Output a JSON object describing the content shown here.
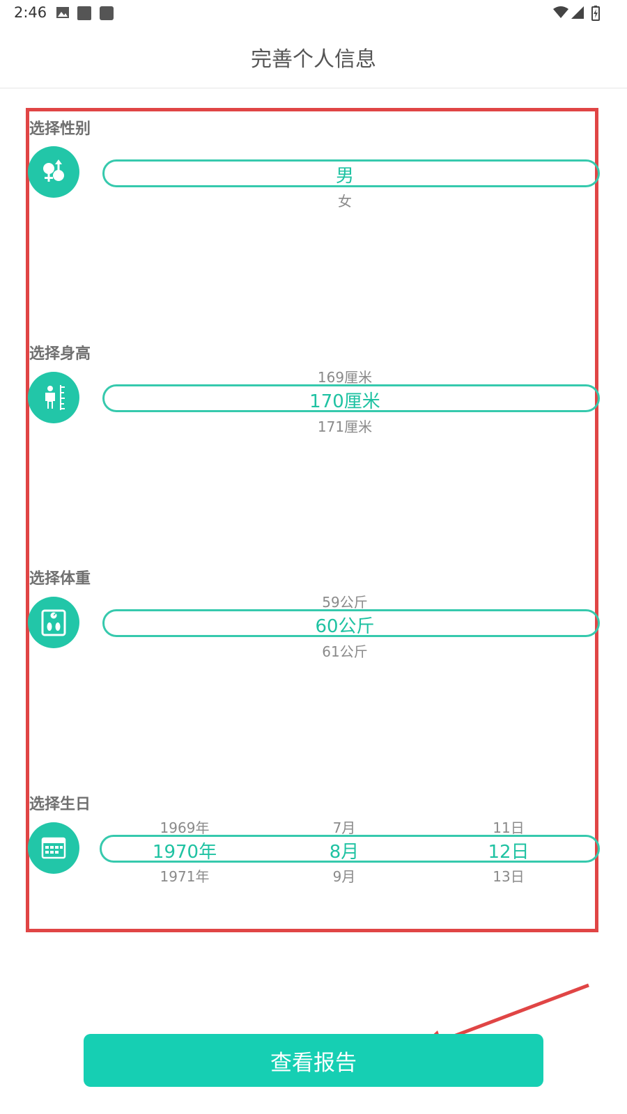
{
  "status_bar": {
    "time": "2:46"
  },
  "header": {
    "title": "完善个人信息"
  },
  "sections": {
    "gender": {
      "label": "选择性别",
      "selected": "男",
      "below": "女"
    },
    "height": {
      "label": "选择身高",
      "above": "169厘米",
      "selected": "170厘米",
      "below": "171厘米"
    },
    "weight": {
      "label": "选择体重",
      "above": "59公斤",
      "selected": "60公斤",
      "below": "61公斤"
    },
    "birthday": {
      "label": "选择生日",
      "year": {
        "above": "1969年",
        "selected": "1970年",
        "below": "1971年"
      },
      "month": {
        "above": "7月",
        "selected": "8月",
        "below": "9月"
      },
      "day": {
        "above": "11日",
        "selected": "12日",
        "below": "13日"
      }
    }
  },
  "actions": {
    "view_report": "查看报告"
  },
  "colors": {
    "accent": "#1fc2a2",
    "button": "#16cfb3",
    "annotation_red": "#e04545"
  }
}
